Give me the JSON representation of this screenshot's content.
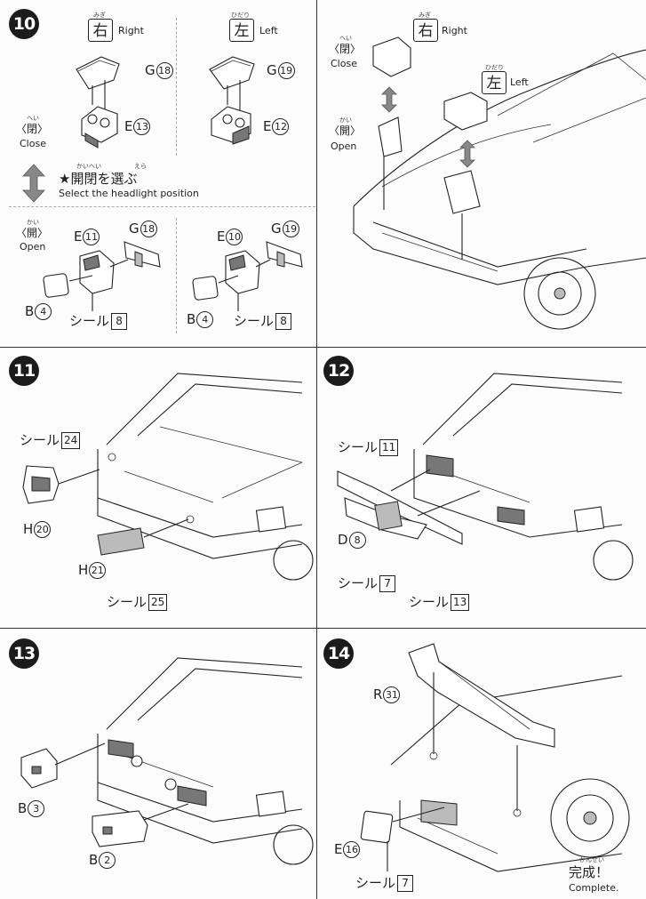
{
  "steps": {
    "s10": {
      "number": "10",
      "right_kanji": "右",
      "right_ruby": "みぎ",
      "right_label": "Right",
      "left_kanji": "左",
      "left_ruby": "ひだり",
      "left_label": "Left",
      "close_ruby": "へい",
      "close_jp": "〈閉〉",
      "close_label": "Close",
      "open_ruby": "かい",
      "open_jp": "〈開〉",
      "open_label": "Open",
      "select_ruby1": "かいへい",
      "select_ruby2": "えら",
      "select_jp": "★開閉を選ぶ",
      "select_en": "Select the headlight position",
      "g18_letter": "G",
      "g18_num": "18",
      "e13_letter": "E",
      "e13_num": "13",
      "g19_letter": "G",
      "g19_num": "19",
      "e12_letter": "E",
      "e12_num": "12",
      "e11_letter": "E",
      "e11_num": "11",
      "g18b_letter": "G",
      "g18b_num": "18",
      "e10_letter": "E",
      "e10_num": "10",
      "g19b_letter": "G",
      "g19b_num": "19",
      "b4_letter": "B",
      "b4_num": "4",
      "b4b_letter": "B",
      "b4b_num": "4",
      "seal_text": "シール",
      "seal8_num": "8",
      "seal8b_num": "8"
    },
    "s11": {
      "number": "11",
      "seal_text": "シール",
      "seal24_num": "24",
      "seal25_num": "25",
      "h20_letter": "H",
      "h20_num": "20",
      "h21_letter": "H",
      "h21_num": "21"
    },
    "s12": {
      "number": "12",
      "seal_text": "シール",
      "seal11_num": "11",
      "seal7_num": "7",
      "seal13_num": "13",
      "d8_letter": "D",
      "d8_num": "8"
    },
    "s13": {
      "number": "13",
      "b3_letter": "B",
      "b3_num": "3",
      "b2_letter": "B",
      "b2_num": "2"
    },
    "s14": {
      "number": "14",
      "r31_letter": "R",
      "r31_num": "31",
      "e16_letter": "E",
      "e16_num": "16",
      "seal_text": "シール",
      "seal7_num": "7",
      "complete_ruby": "かんせい",
      "complete_jp": "完成！",
      "complete_en": "Complete."
    }
  }
}
